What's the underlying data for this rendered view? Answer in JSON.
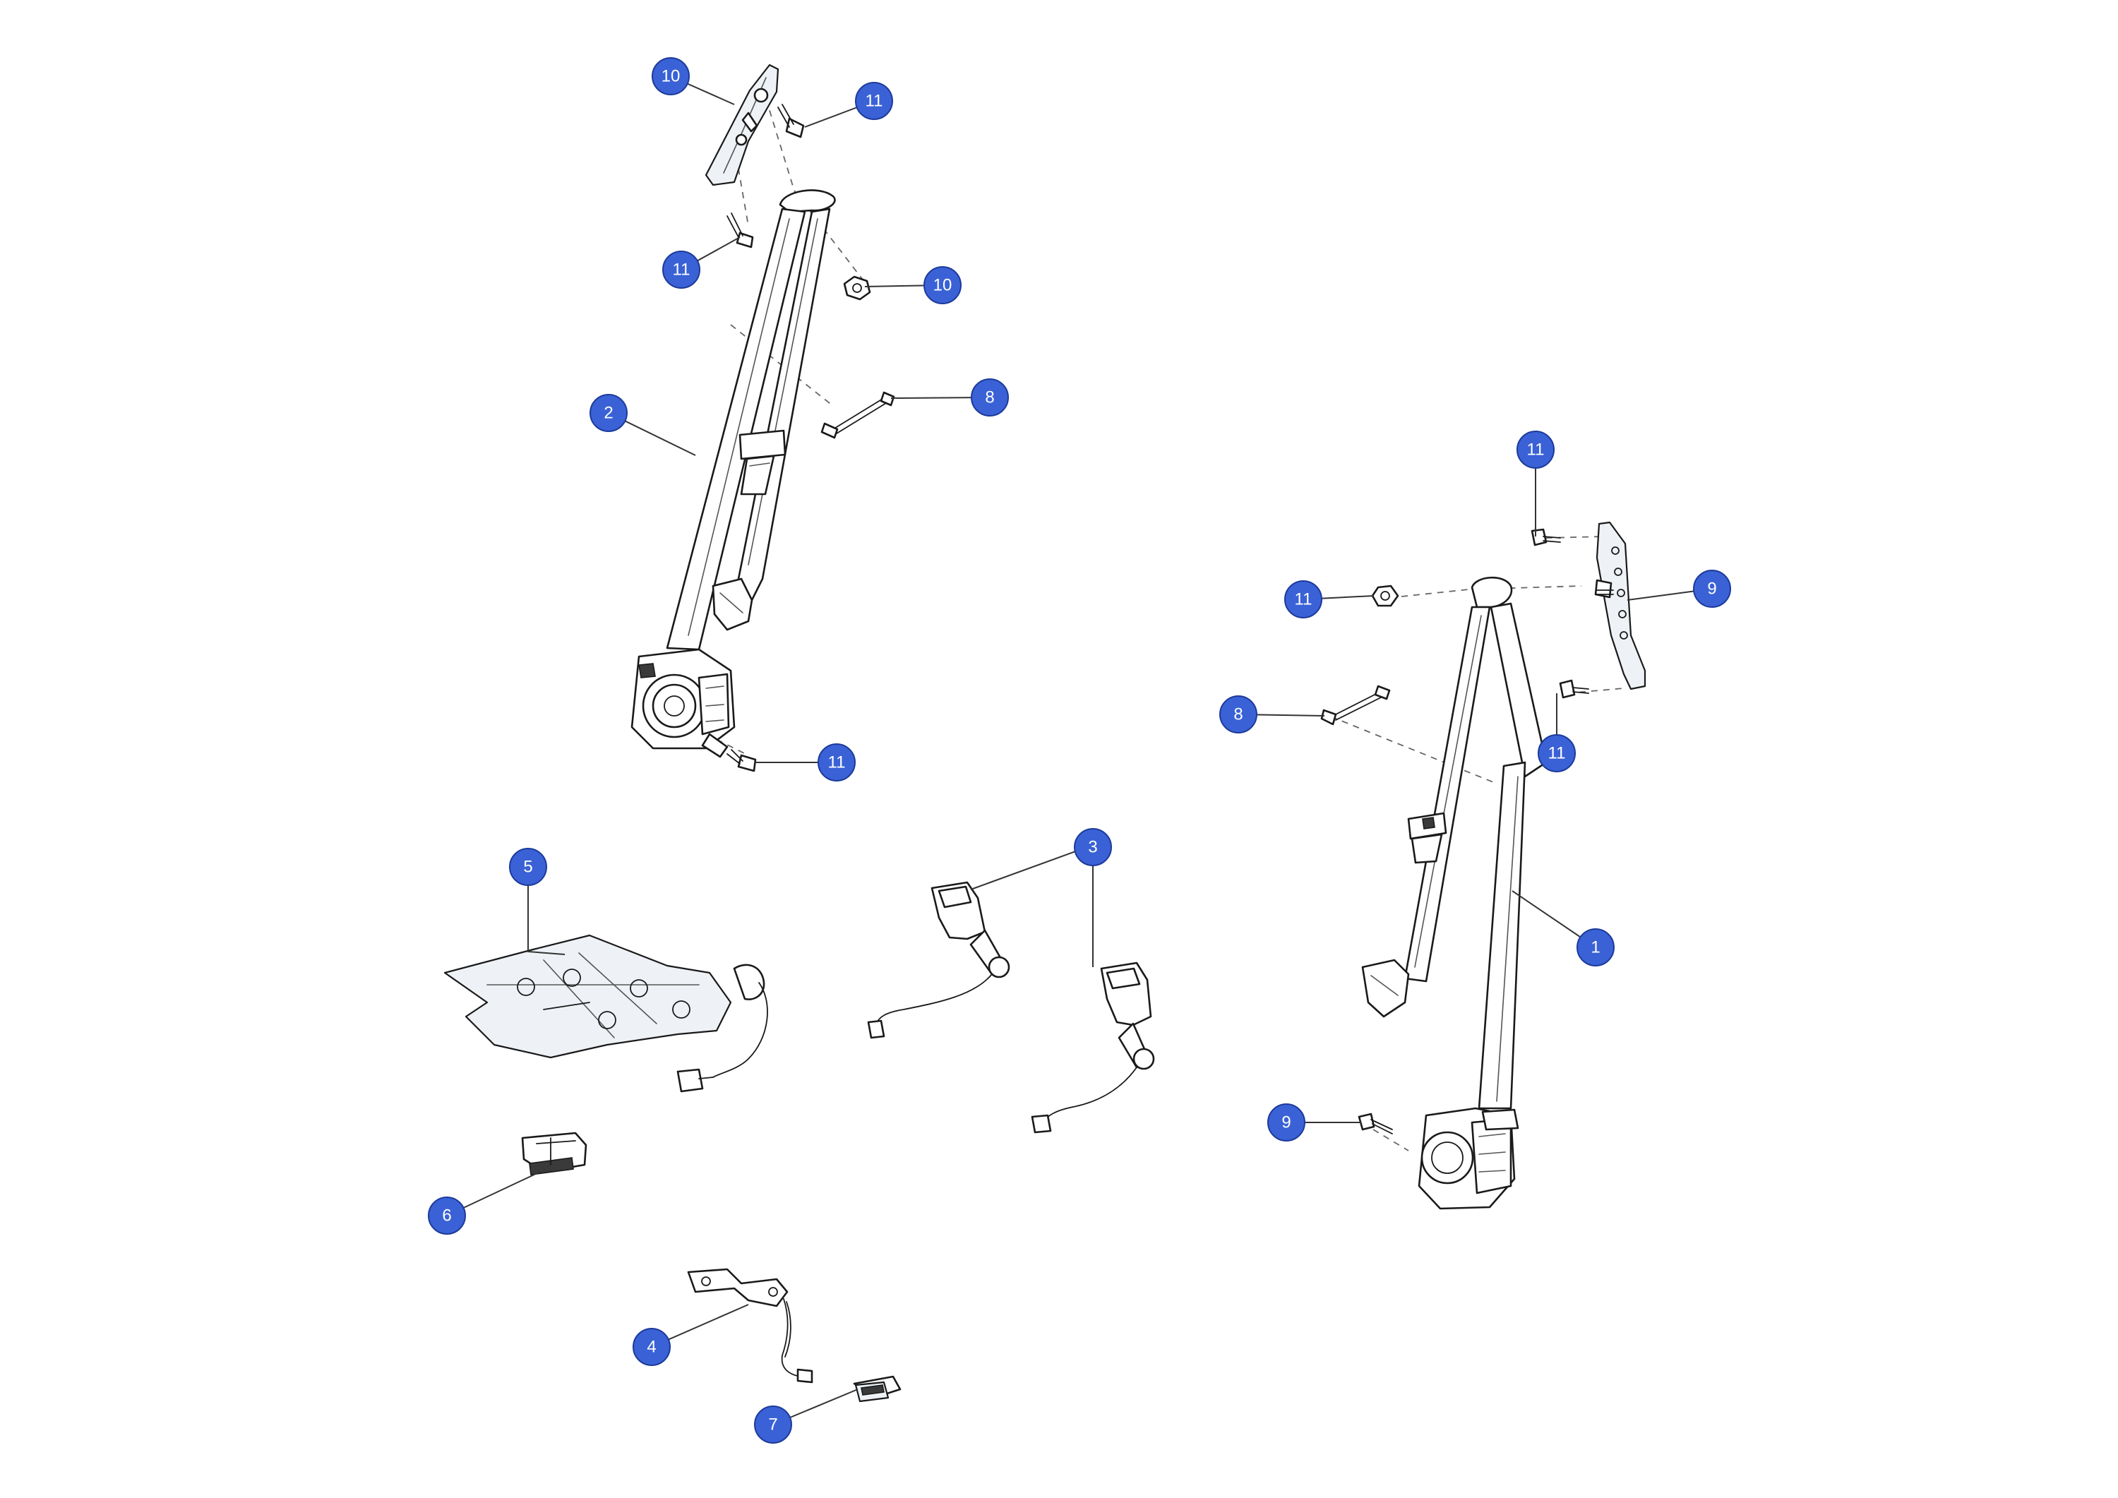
{
  "callouts": [
    {
      "id": "c1",
      "label": "1"
    },
    {
      "id": "c2",
      "label": "2"
    },
    {
      "id": "c3",
      "label": "3"
    },
    {
      "id": "c4",
      "label": "4"
    },
    {
      "id": "c5",
      "label": "5"
    },
    {
      "id": "c6",
      "label": "6"
    },
    {
      "id": "c7",
      "label": "7"
    },
    {
      "id": "c8a",
      "label": "8"
    },
    {
      "id": "c8b",
      "label": "8"
    },
    {
      "id": "c9a",
      "label": "9"
    },
    {
      "id": "c9b",
      "label": "9"
    },
    {
      "id": "c10a",
      "label": "10"
    },
    {
      "id": "c10b",
      "label": "10"
    },
    {
      "id": "c11a",
      "label": "11"
    },
    {
      "id": "c11b",
      "label": "11"
    },
    {
      "id": "c11c",
      "label": "11"
    },
    {
      "id": "c11d",
      "label": "11"
    },
    {
      "id": "c11e",
      "label": "11"
    },
    {
      "id": "c11f",
      "label": "11"
    }
  ],
  "colors": {
    "callout_fill": "#3a62d6",
    "callout_text": "#ffffff",
    "line_art": "#1a1a1a"
  }
}
